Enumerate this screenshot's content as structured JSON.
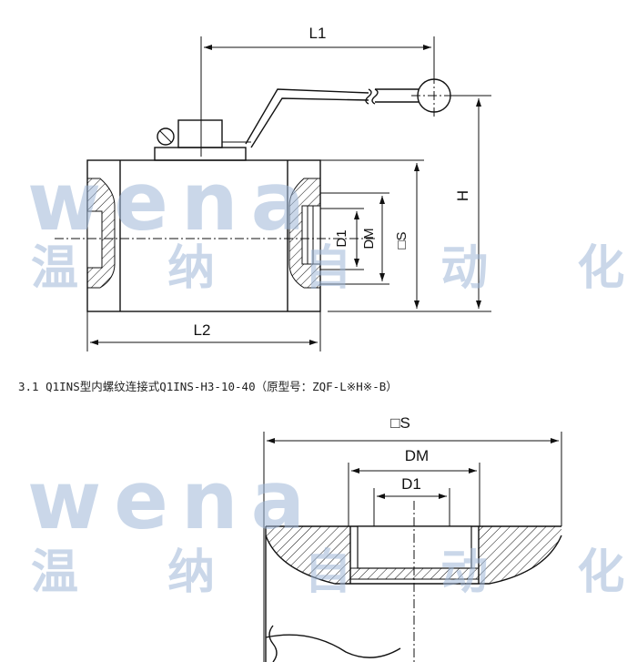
{
  "watermark": {
    "latin": "wena",
    "chinese": "温 纳 自 动 化"
  },
  "top_view": {
    "labels": {
      "l1": "L1",
      "l2": "L2",
      "h": "H",
      "d1": "D1",
      "dm": "DM",
      "s": "□S"
    }
  },
  "caption": "3.1 Q1INS型内螺纹连接式Q1INS-H3-10-40（原型号：ZQF-L※H※-B）",
  "detail_view": {
    "labels": {
      "s": "□S",
      "dm": "DM",
      "d1": "D1"
    }
  }
}
